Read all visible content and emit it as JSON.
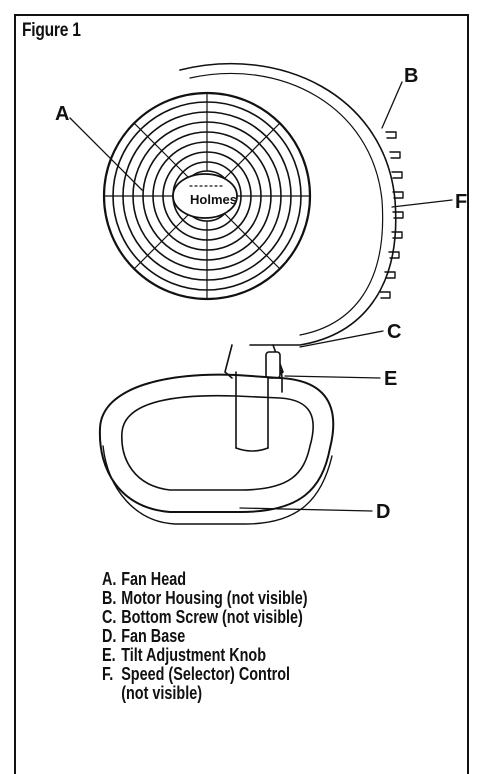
{
  "figure": {
    "title": "Figure 1",
    "brand": "Holmes",
    "callouts": {
      "A": "A",
      "B": "B",
      "C": "C",
      "D": "D",
      "E": "E",
      "F": "F"
    },
    "legend": [
      {
        "key": "A.",
        "text": "Fan Head"
      },
      {
        "key": "B.",
        "text": "Motor Housing (not visible)"
      },
      {
        "key": "C.",
        "text": "Bottom Screw (not visible)"
      },
      {
        "key": "D.",
        "text": "Fan Base"
      },
      {
        "key": "E.",
        "text": "Tilt Adjustment Knob"
      },
      {
        "key": "F.",
        "text": "Speed (Selector) Control"
      }
    ],
    "legend_continuation": "(not visible)"
  }
}
